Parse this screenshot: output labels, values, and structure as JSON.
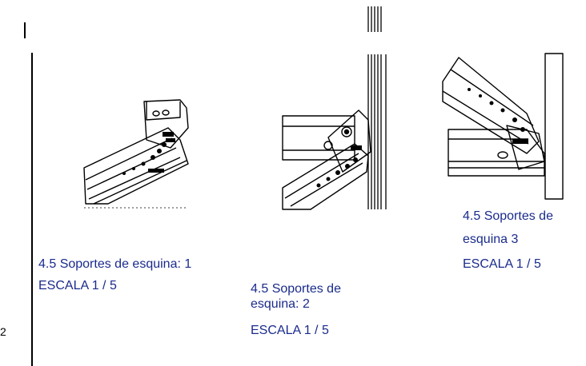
{
  "figures": [
    {
      "title": "4.5 Soportes de esquina: 1",
      "scale": "ESCALA 1 / 5"
    },
    {
      "title_line1": "4.5 Soportes de",
      "title_line2": "esquina: 2",
      "scale": "ESCALA 1 / 5"
    },
    {
      "title_line1": "4.5  Soportes de",
      "title_line2": "esquina 3",
      "scale": "ESCALA 1 / 5"
    }
  ],
  "margin": {
    "page_number": "2"
  }
}
